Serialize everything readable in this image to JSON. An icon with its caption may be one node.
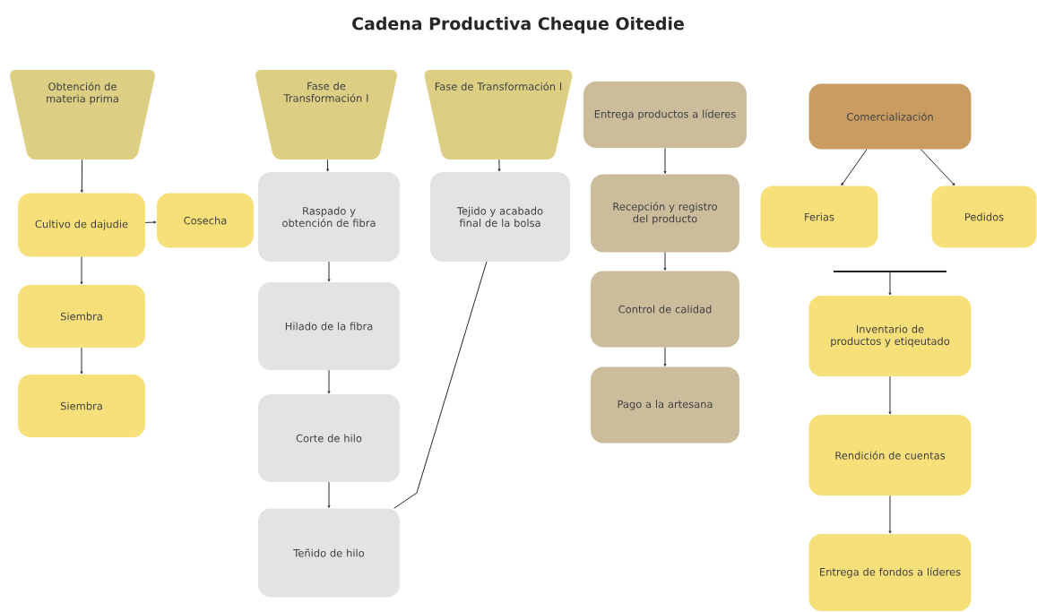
{
  "diagram": {
    "title": "Cadena Productiva Cheque Oitedie",
    "nodes": [
      {
        "text": [
          "Obtención de materia prima"
        ]
      },
      {
        "text": [
          "Cultivo de dajudie"
        ]
      },
      {
        "text": [
          "Cosecha"
        ]
      },
      {
        "text": [
          "Siembra"
        ]
      },
      {
        "text": [
          "Siembra"
        ]
      },
      {
        "text": [
          "Fase de Transformación I"
        ]
      },
      {
        "text": [
          "Raspado y obtención de fibra"
        ]
      },
      {
        "text": [
          "Hilado de la fibra"
        ]
      },
      {
        "text": [
          "Corte de hilo"
        ]
      },
      {
        "text": [
          "Teñido de hilo"
        ]
      },
      {
        "text": [
          "Fase de Transformación I"
        ]
      },
      {
        "text": [
          "Tejido y acabado final de la bolsa"
        ]
      },
      {
        "text": [
          "Entrega productos a líderes"
        ]
      },
      {
        "text": [
          "Recepción y registro del producto"
        ]
      },
      {
        "text": [
          "Control de calidad"
        ]
      },
      {
        "text": [
          "Pago a la artesana"
        ]
      },
      {
        "text": [
          "Comercialización"
        ]
      },
      {
        "text": [
          "Ferias"
        ]
      },
      {
        "text": [
          "Pedidos"
        ]
      },
      {
        "text": [],
        "shape": "bar"
      },
      {
        "text": [
          "Inventario de productos y etiqeutado"
        ]
      },
      {
        "text": [
          "Rendición de cuentas"
        ]
      },
      {
        "text": [
          "Entrega de fondos a líderes"
        ]
      }
    ],
    "edges": [
      {
        "from": 0,
        "to": 1,
        "arrow": "to"
      },
      {
        "from": 1,
        "to": 2,
        "arrow": "to"
      },
      {
        "from": 1,
        "to": 3,
        "arrow": "to"
      },
      {
        "from": 3,
        "to": 4,
        "arrow": "to"
      },
      {
        "from": 5,
        "to": 6,
        "arrow": "to"
      },
      {
        "from": 6,
        "to": 7,
        "arrow": "to"
      },
      {
        "from": 7,
        "to": 8,
        "arrow": "to"
      },
      {
        "from": 8,
        "to": 9,
        "arrow": "to"
      },
      {
        "from": 10,
        "to": 11,
        "arrow": "to"
      },
      {
        "from": 11,
        "to": 9,
        "arrow": "none"
      },
      {
        "from": 12,
        "to": 13,
        "arrow": "to"
      },
      {
        "from": 13,
        "to": 14,
        "arrow": "to"
      },
      {
        "from": 14,
        "to": 15,
        "arrow": "to"
      },
      {
        "from": 16,
        "to": 17,
        "arrow": "to"
      },
      {
        "from": 16,
        "to": 18,
        "arrow": "to"
      },
      {
        "from": 19,
        "to": 20,
        "arrow": "to"
      },
      {
        "from": 20,
        "to": 21,
        "arrow": "to"
      },
      {
        "from": 21,
        "to": 22,
        "arrow": "to"
      }
    ]
  }
}
